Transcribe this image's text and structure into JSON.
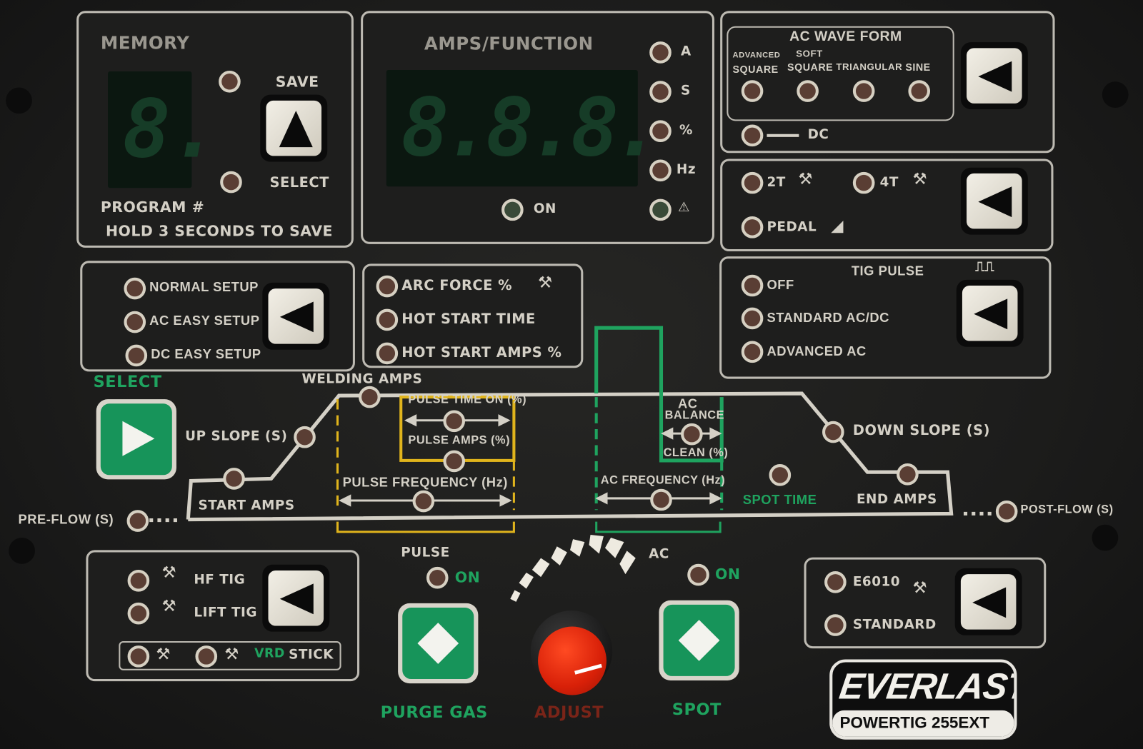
{
  "memory": {
    "title": "MEMORY",
    "save": "SAVE",
    "select": "SELECT",
    "program": "PROGRAM #",
    "hold": "HOLD 3 SECONDS TO SAVE",
    "display": "8."
  },
  "amps": {
    "title": "AMPS/FUNCTION",
    "display": "8.8.8.",
    "units": [
      "A",
      "S",
      "%",
      "Hz",
      "⚠"
    ],
    "on": "ON"
  },
  "ac_wave": {
    "title": "AC WAVE FORM",
    "options": [
      {
        "l1": "ADVANCED",
        "l2": "SQUARE"
      },
      {
        "l1": "SOFT",
        "l2": "SQUARE"
      },
      {
        "l1": "",
        "l2": "TRIANGULAR"
      },
      {
        "l1": "",
        "l2": "SINE"
      }
    ],
    "dc": "DC"
  },
  "trigger": {
    "t2": "2T",
    "t4": "4T",
    "pedal": "PEDAL"
  },
  "setup": {
    "items": [
      "NORMAL SETUP",
      "AC EASY SETUP",
      "DC EASY SETUP"
    ]
  },
  "arc": {
    "items": [
      "ARC FORCE %",
      "HOT START TIME",
      "HOT START AMPS %"
    ]
  },
  "tig_pulse": {
    "title": "TIG PULSE",
    "items": [
      "OFF",
      "STANDARD AC/DC",
      "ADVANCED AC"
    ]
  },
  "graph": {
    "select": "SELECT",
    "welding_amps": "WELDING AMPS",
    "up_slope": "UP SLOPE (S)",
    "start_amps": "START AMPS",
    "pre_flow": "PRE-FLOW (S)",
    "pulse_time_on": "PULSE TIME ON (%)",
    "pulse_amps": "PULSE AMPS (%)",
    "pulse_frequency": "PULSE FREQUENCY (Hz)",
    "ac": "AC",
    "balance": "BALANCE",
    "clean": "CLEAN (%)",
    "ac_frequency": "AC FREQUENCY (Hz)",
    "spot_time": "SPOT TIME",
    "down_slope": "DOWN SLOPE (S)",
    "end_amps": "END AMPS",
    "post_flow": "POST-FLOW (S)"
  },
  "bottom": {
    "pulse": "PULSE",
    "pulse_on": "ON",
    "ac": "AC",
    "ac_on": "ON",
    "purge": "PURGE GAS",
    "adjust": "ADJUST",
    "spot": "SPOT"
  },
  "start_mode": {
    "hf": "HF TIG",
    "lift": "LIFT TIG",
    "vrd": "VRD",
    "stick": "STICK"
  },
  "stick": {
    "e6010": "E6010",
    "standard": "STANDARD"
  },
  "logo": {
    "brand": "EVERLAST",
    "model": "POWERTIG 255EXT"
  },
  "colors": {
    "panel_border": "#bdbab2",
    "green": "#1fa35f",
    "pulse_yellow": "#e0b41c",
    "knob_red": "#e02a12",
    "indicator": "#5a3e34"
  }
}
